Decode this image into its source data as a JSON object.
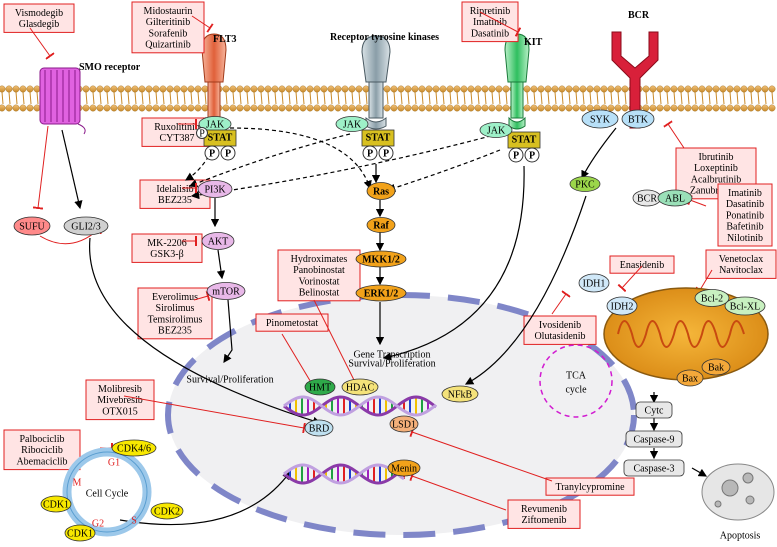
{
  "receptors": {
    "smo": "SMO receptor",
    "flt3": "FLT3",
    "rtk": "Receptor tyrosine kinases",
    "kit": "KIT",
    "bcr": "BCR"
  },
  "drugs": {
    "smo": [
      "Vismodegib",
      "Glasdegib"
    ],
    "flt3": [
      "Midostaurin",
      "Gilteritinib",
      "Sorafenib",
      "Quizartinib"
    ],
    "kit": [
      "Ripretinib",
      "Imatinib",
      "Dasatinib"
    ],
    "jak": [
      "Ruxolitinib",
      "CYT387"
    ],
    "pi3k": [
      "Idelalisib",
      "BEZ235"
    ],
    "akt": [
      "MK-2206",
      "GSK3-β"
    ],
    "mtor": [
      "Everolimus",
      "Sirolimus",
      "Temsirolimus",
      "BEZ235"
    ],
    "hdac": [
      "Hydroximates",
      "Panobinostat",
      "Vorinostat",
      "Belinostat"
    ],
    "hmt": [
      "Pinometostat"
    ],
    "brd": [
      "Molibresib",
      "Mivebresib",
      "OTX015"
    ],
    "cdk": [
      "Palbociclib",
      "Ribociclib",
      "Abemaciclib"
    ],
    "btk": [
      "Ibrutinib",
      "Loxeptinib",
      "Acalbrutinib",
      "Zanubrutinib"
    ],
    "abl": [
      "Imatinib",
      "Dasatinib",
      "Ponatinib",
      "Bafetinib",
      "Nilotinib"
    ],
    "bcl2": [
      "Venetoclax",
      "Navitoclax"
    ],
    "idh2": [
      "Enasidenib"
    ],
    "idh1": [
      "Ivosidenib",
      "Olutasidenib"
    ],
    "lsd1": [
      "Tranylcypromine"
    ],
    "menin": [
      "Revumenib",
      "Ziftomenib"
    ]
  },
  "nodes": {
    "sufu": "SUFU",
    "gli": "GLI2/3",
    "jak": "JAK",
    "p": "P",
    "stat": "STAT",
    "pi3k": "PI3K",
    "akt": "AKT",
    "mtor": "mTOR",
    "ras": "Ras",
    "raf": "Raf",
    "mkk": "MKK1/2",
    "erk": "ERK1/2",
    "syk": "SYK",
    "btk": "BTK",
    "pkc": "PKC",
    "bcr": "BCR",
    "abl": "ABL",
    "idh1": "IDH1",
    "idh2": "IDH2",
    "bcl2": "Bcl-2",
    "bclxl": "Bcl-XL",
    "bak": "Bak",
    "bax": "Bax",
    "tca1": "TCA",
    "tca2": "cycle",
    "cytc": "Cytc",
    "casp9": "Caspase-9",
    "casp3": "Caspase-3",
    "apoptosis": "Apoptosis",
    "hmt": "HMT",
    "hdac": "HDAC",
    "brd": "BRD",
    "lsd1": "LSD1",
    "nfkb": "NFkB",
    "menin": "Menin",
    "cdk46": "CDK4/6",
    "cdk2": "CDK2",
    "cdk1a": "CDK1",
    "cdk1b": "CDK1",
    "cellcycle": "Cell Cycle",
    "g1": "G1",
    "s": "S",
    "g2": "G2",
    "m": "M"
  },
  "labels": {
    "survival": "Survival/Proliferation",
    "gene1": "Gene Transcription",
    "gene2": "Survival/Proliferation"
  }
}
